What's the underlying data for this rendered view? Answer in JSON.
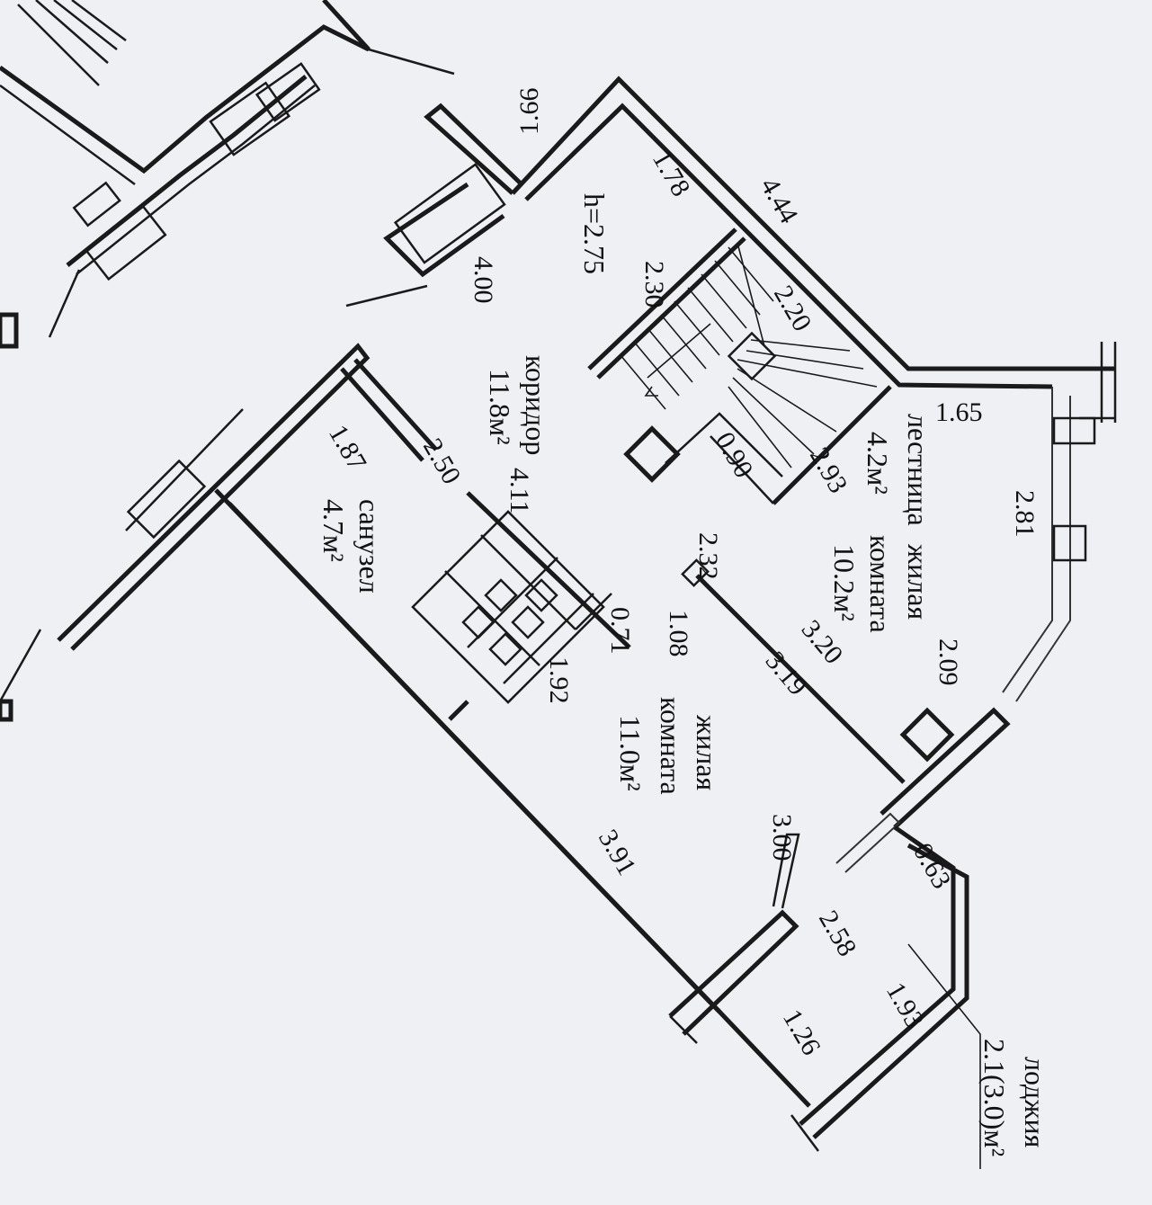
{
  "height_label": "h=2.75",
  "rooms": {
    "corridor": {
      "name": "коридор",
      "area": "11.8м²"
    },
    "bathroom": {
      "name": "санузел",
      "area": "4.7м²"
    },
    "stair": {
      "name": "лестница",
      "area": "4.2м²"
    },
    "living1": {
      "name_a": "жилая",
      "name_b": "комната",
      "area": "10.2м²"
    },
    "living2": {
      "name_a": "жилая",
      "name_b": "комната",
      "area": "11.0м²"
    },
    "loggia": {
      "name": "лоджия",
      "area": "2.1(3.0)м²"
    }
  },
  "dimensions": [
    "1.66",
    "1.78",
    "4.44",
    "4.00",
    "2.30",
    "2.20",
    "1.65",
    "0.90",
    "2.93",
    "2.81",
    "1.87",
    "2.50",
    "4.11",
    "2.32",
    "0.71",
    "1.08",
    "1.92",
    "3.20",
    "3.19",
    "2.09",
    "3.91",
    "3.00",
    "0.63",
    "2.58",
    "1.93",
    "1.26"
  ]
}
